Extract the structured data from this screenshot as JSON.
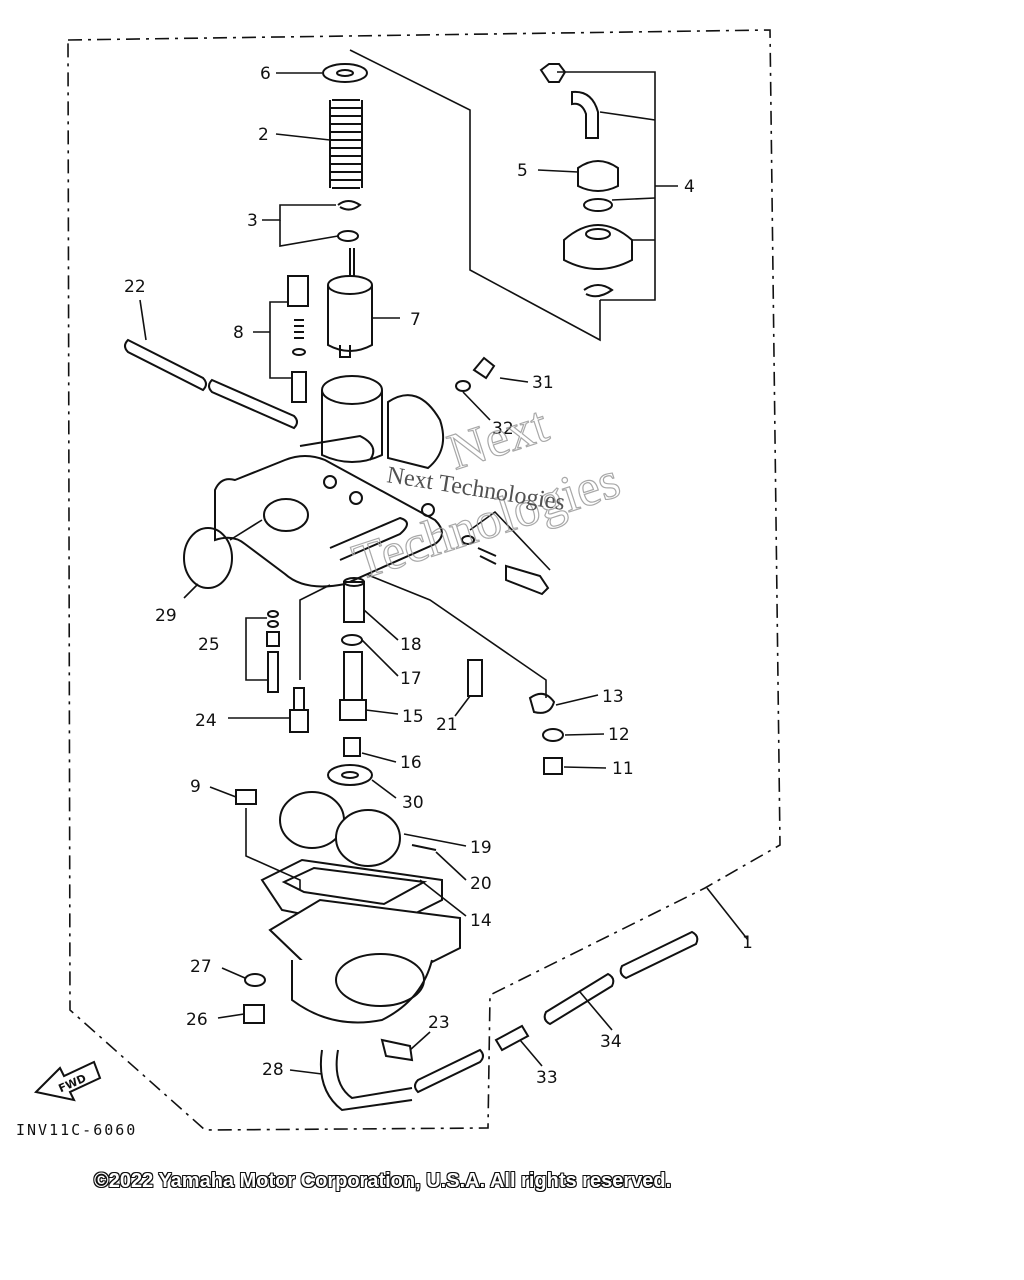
{
  "diagram": {
    "callouts": [
      "1",
      "2",
      "3",
      "4",
      "5",
      "6",
      "7",
      "8",
      "9",
      "11",
      "12",
      "13",
      "14",
      "15",
      "16",
      "17",
      "18",
      "19",
      "20",
      "21",
      "22",
      "23",
      "24",
      "25",
      "26",
      "27",
      "28",
      "29",
      "30",
      "31",
      "32",
      "33",
      "34"
    ],
    "fwd_label": "FWD",
    "drawing_code": "INV11C-6060",
    "watermark_line1": "Next",
    "watermark_line2": "Technologies",
    "watermark_small": "Next Technologies"
  },
  "footer": {
    "copyright": "©2022 Yamaha Motor Corporation, U.S.A. All rights reserved."
  }
}
